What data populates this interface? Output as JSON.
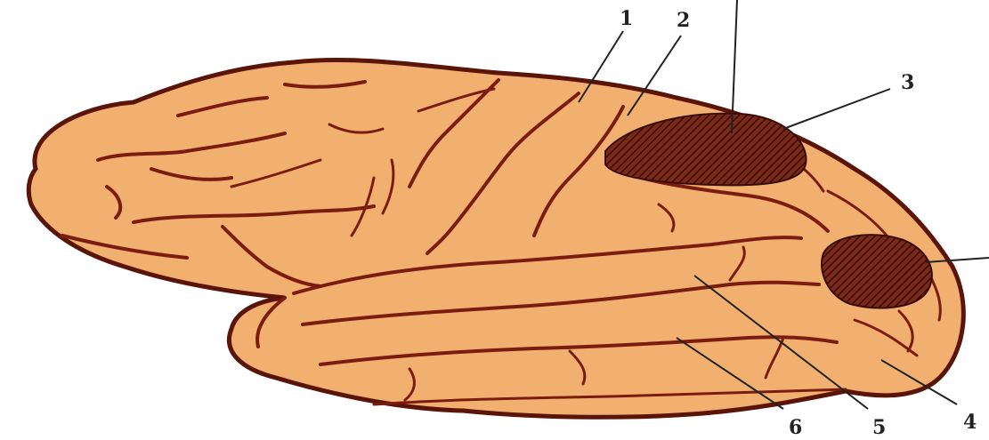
{
  "figure": {
    "colors": {
      "brain_fill": "#f2b070",
      "brain_outline": "#5a1408",
      "sulcus": "#7a1d10",
      "hatched_area": "#5a160c",
      "label": "#222222",
      "background": "#ffffff"
    },
    "labels": {
      "l1": "1",
      "l2": "2",
      "l3": "3",
      "l4": "4",
      "l5": "5",
      "l6": "6"
    },
    "hatched_areas": [
      "upper-hatched-area",
      "posterior-hatched-area"
    ]
  }
}
